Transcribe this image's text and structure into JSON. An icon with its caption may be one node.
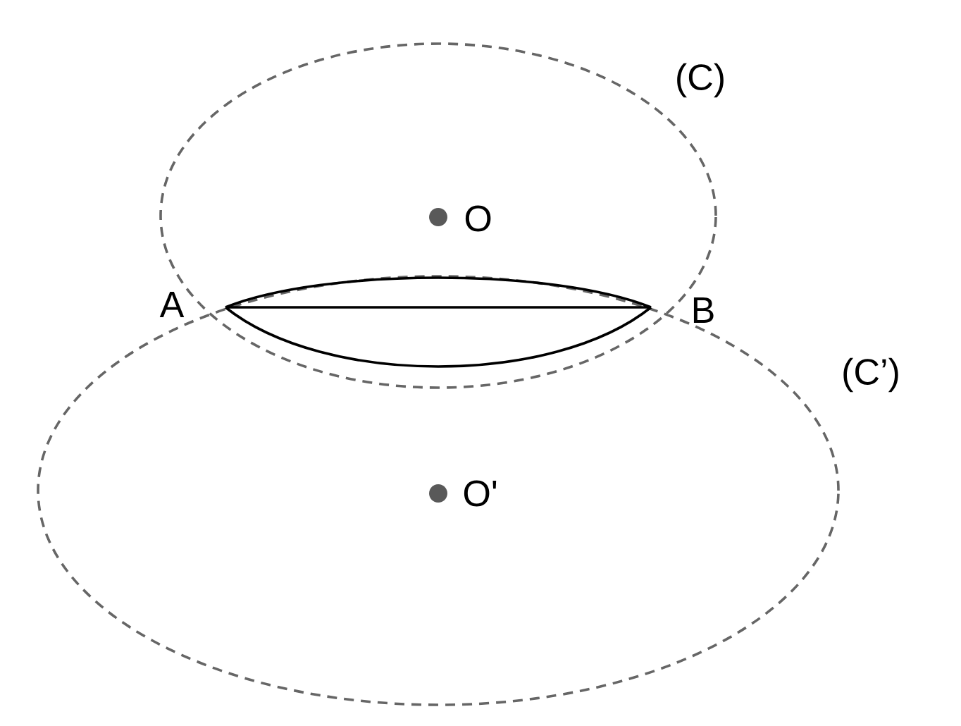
{
  "diagram": {
    "labels": [
      "(C)",
      "O",
      "A",
      "B",
      "(C’)",
      "O'"
    ]
  }
}
